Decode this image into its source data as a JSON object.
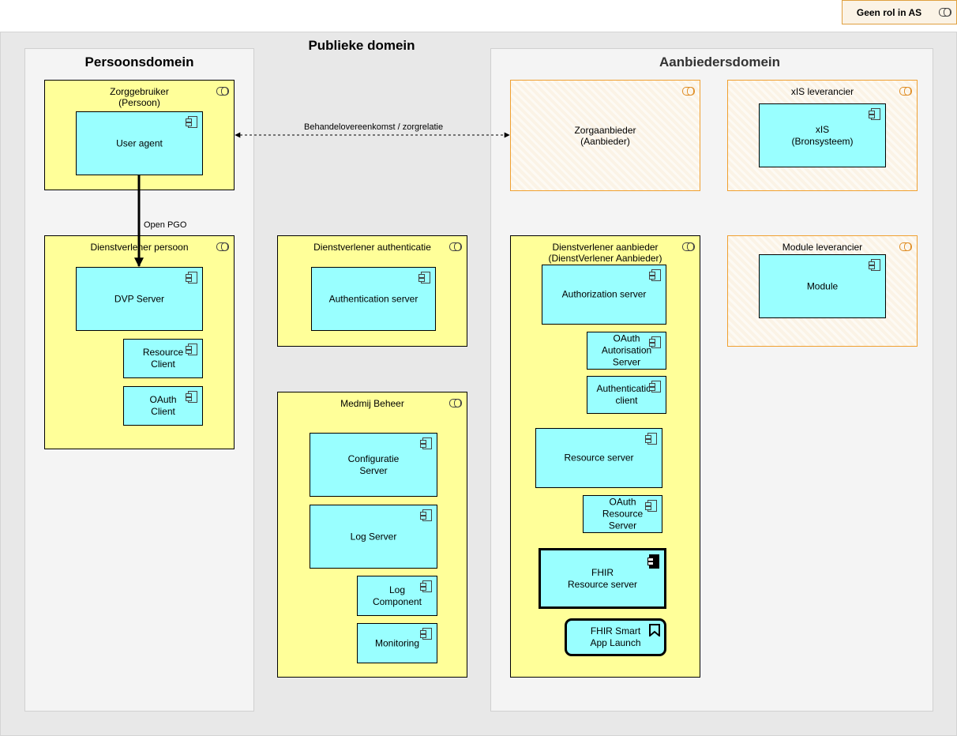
{
  "legend": {
    "label": "Geen rol in AS"
  },
  "domains": {
    "publiek": "Publieke domein",
    "persoon": "Persoonsdomein",
    "aanbieder": "Aanbiedersdomein"
  },
  "roles": {
    "zorggebruiker": "Zorggebruiker\n(Persoon)",
    "dvp_persoon": "Dienstverlener persoon",
    "dv_authenticatie": "Dienstverlener authenticatie",
    "medmij_beheer": "Medmij Beheer",
    "zorgaanbieder": "Zorgaanbieder\n(Aanbieder)",
    "xis_leverancier": "xIS leverancier",
    "dv_aanbieder_line1": "Dienstverlener aanbieder",
    "dv_aanbieder_line2": "(DienstVerlener Aanbieder)",
    "module_leverancier": "Module leverancier"
  },
  "components": {
    "user_agent": "User agent",
    "dvp_server": "DVP Server",
    "resource_client": "Resource\nClient",
    "oauth_client": "OAuth\nClient",
    "authentication_server": "Authentication server",
    "configuratie_server": "Configuratie\nServer",
    "log_server": "Log Server",
    "log_component": "Log\nComponent",
    "monitoring": "Monitoring",
    "xis": "xIS\n(Bronsysteem)",
    "authorization_server": "Authorization server",
    "oauth_autorisation_server": "OAuth\nAutorisation\nServer",
    "authentication_client": "Authentication\nclient",
    "resource_server": "Resource server",
    "oauth_resource_server": "OAuth\nResource\nServer",
    "fhir_resource_server": "FHIR\nResource server",
    "fhir_smart_app_launch": "FHIR Smart\nApp Launch",
    "module": "Module"
  },
  "relations": {
    "behandelovereenkomst": "Behandelovereenkomst / zorgrelatie",
    "open_pgo": "Open PGO"
  }
}
